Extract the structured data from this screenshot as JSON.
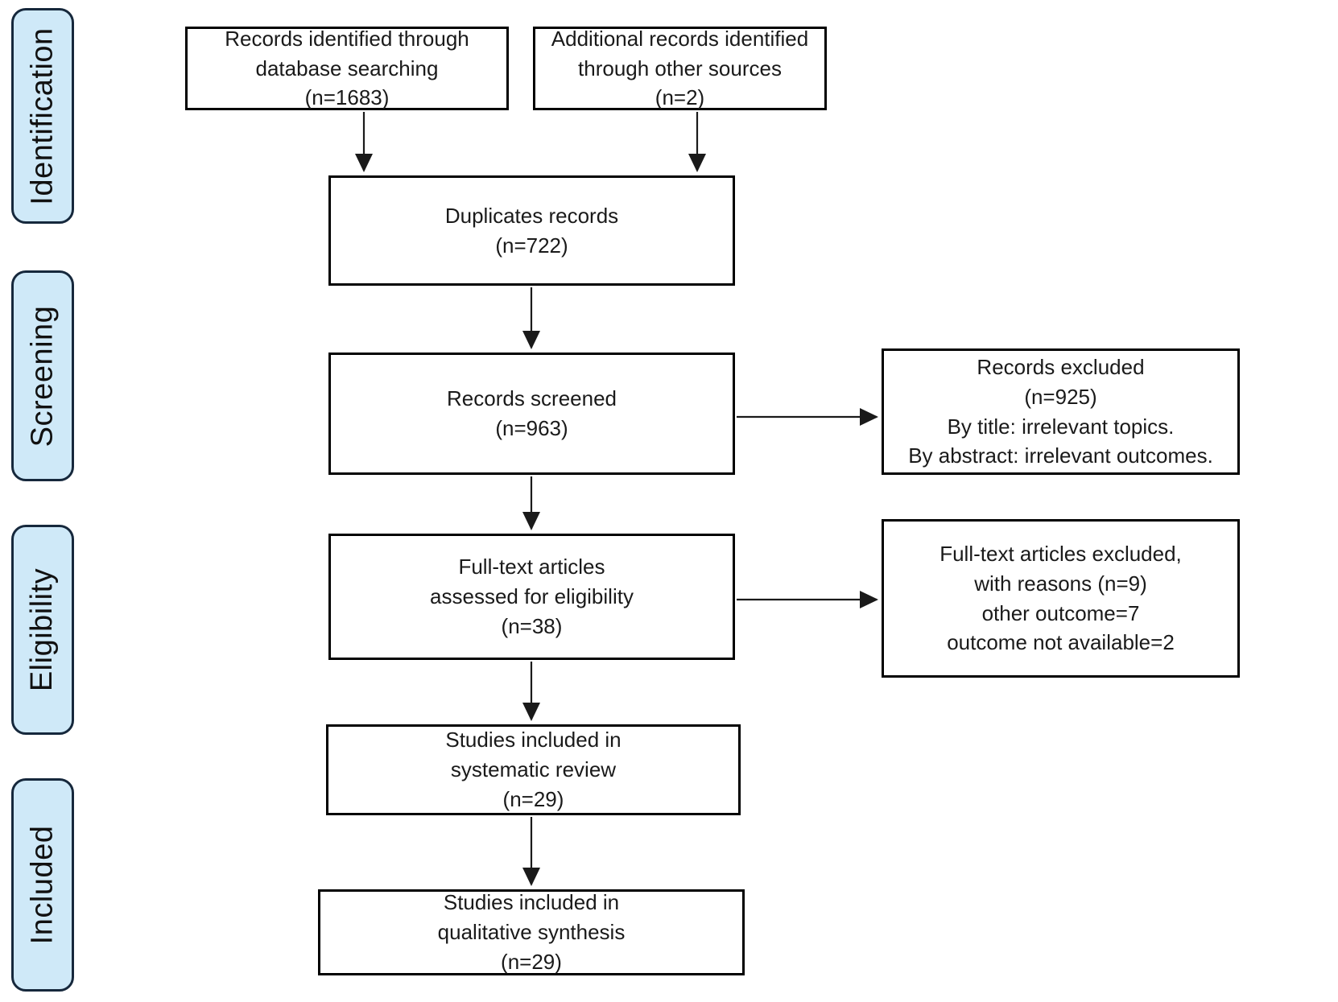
{
  "sidebar": {
    "stages": [
      {
        "id": "identification",
        "label": "Identification"
      },
      {
        "id": "screening",
        "label": "Screening"
      },
      {
        "id": "eligibility",
        "label": "Eligibility"
      },
      {
        "id": "included",
        "label": "Included"
      }
    ]
  },
  "flow": {
    "records_identified": {
      "text": "Records identified through\ndatabase searching\n(n=1683)",
      "n": 1683
    },
    "additional_records": {
      "text": "Additional records identified\nthrough other sources\n(n=2)",
      "n": 2
    },
    "duplicates": {
      "text": "Duplicates records\n(n=722)",
      "n": 722
    },
    "records_screened": {
      "text": "Records screened\n(n=963)",
      "n": 963
    },
    "records_excluded": {
      "text": "Records excluded\n(n=925)\nBy title: irrelevant topics.\nBy abstract: irrelevant outcomes.",
      "n": 925
    },
    "fulltext_assessed": {
      "text": "Full-text articles\nassessed for eligibility\n(n=38)",
      "n": 38
    },
    "fulltext_excluded": {
      "text": "Full-text articles excluded,\nwith reasons (n=9)\nother outcome=7\noutcome not available=2",
      "n": 9
    },
    "included_systematic": {
      "text": "Studies included in\nsystematic review\n(n=29)",
      "n": 29
    },
    "included_qualitative": {
      "text": "Studies included in\nqualitative synthesis\n(n=29)",
      "n": 29
    }
  },
  "colors": {
    "stage_fill": "#cfe9f8",
    "stage_border": "#16283c",
    "box_border": "#000000",
    "arrow": "#1a1a1a",
    "text": "#1a1a1a",
    "background": "#ffffff"
  }
}
